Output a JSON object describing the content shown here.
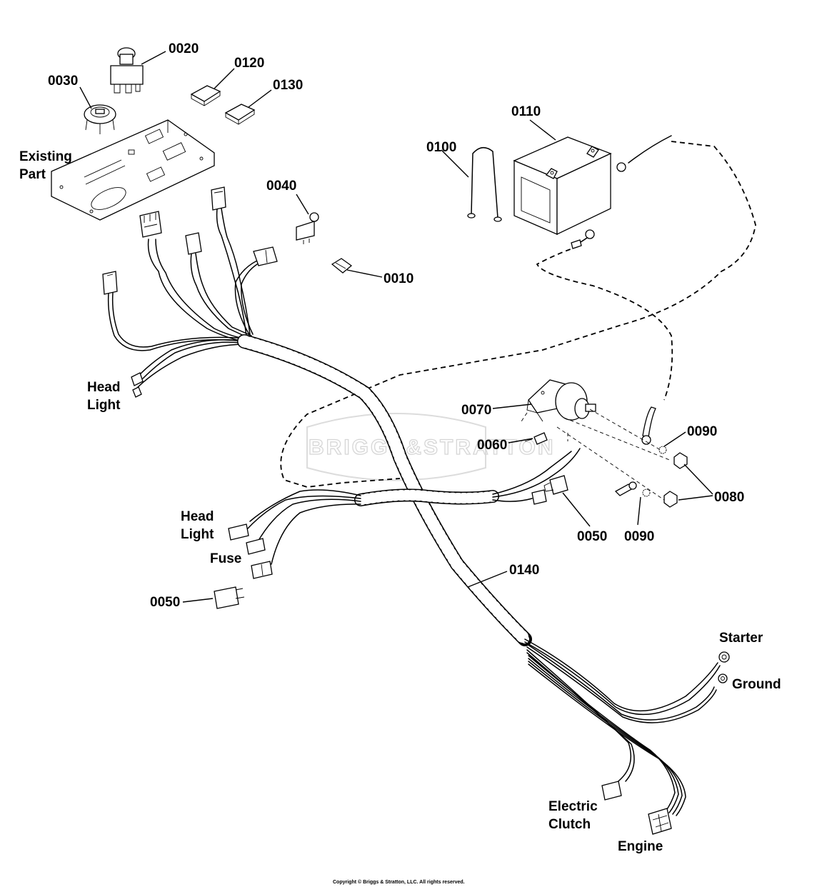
{
  "parts": {
    "p0010": "0010",
    "p0020": "0020",
    "p0030": "0030",
    "p0040": "0040",
    "p0050a": "0050",
    "p0050b": "0050",
    "p0060": "0060",
    "p0070": "0070",
    "p0080": "0080",
    "p0090a": "0090",
    "p0090b": "0090",
    "p0100": "0100",
    "p0110": "0110",
    "p0120": "0120",
    "p0130": "0130",
    "p0140": "0140"
  },
  "callouts": {
    "existing_part_1": "Existing",
    "existing_part_2": "Part",
    "head_light_top_1": "Head",
    "head_light_top_2": "Light",
    "head_light_mid_1": "Head",
    "head_light_mid_2": "Light",
    "fuse": "Fuse",
    "starter": "Starter",
    "ground": "Ground",
    "electric_clutch_1": "Electric",
    "electric_clutch_2": "Clutch",
    "engine": "Engine"
  },
  "watermark": "BRIGGS&STRATTON",
  "copyright": "Copyright © Briggs & Stratton, LLC. All rights reserved."
}
